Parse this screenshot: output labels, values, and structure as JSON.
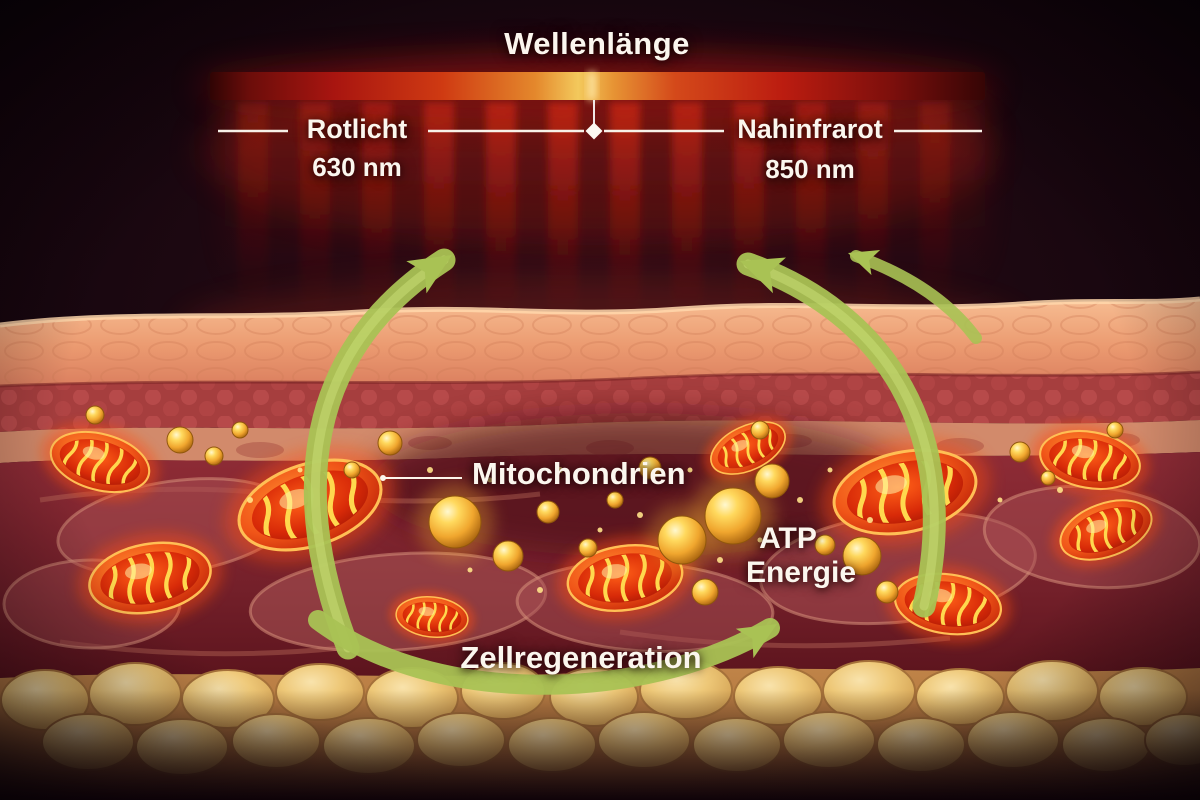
{
  "title": "Wellenlänge",
  "scale": {
    "left_label": "Rotlicht",
    "left_value": "630 nm",
    "right_label": "Nahinfrarot",
    "right_value": "850 nm"
  },
  "annotations": {
    "mitochondria": "Mitochondrien",
    "atp_line1": "ATP",
    "atp_line2": "Energie",
    "regeneration": "Zellregeneration"
  },
  "colors": {
    "arrow_green": "#a9c254",
    "arrow_green_light": "#c9dc74",
    "atp_gold": "#f2b93f",
    "mito_orange": "#f1561b",
    "red_light": "#d42a12",
    "skin_tone": "#eba77c",
    "fat_gold": "#ecc878",
    "background": "#140309"
  }
}
